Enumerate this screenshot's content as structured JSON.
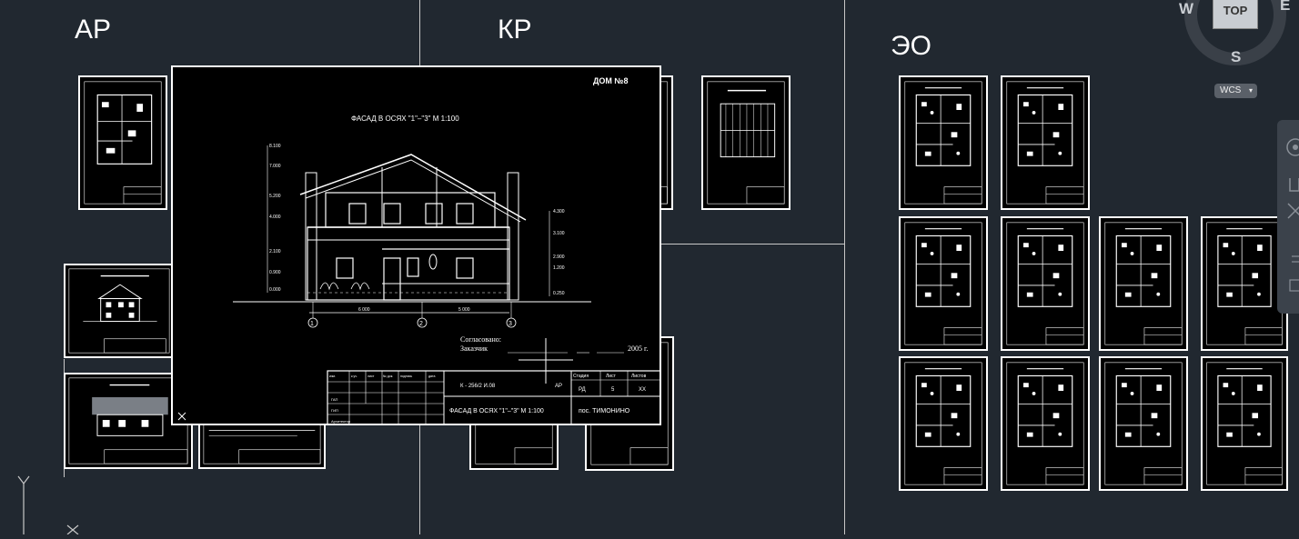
{
  "sections": {
    "ar": "АР",
    "kr": "КР",
    "eo": "ЭО"
  },
  "viewcube": {
    "top": "TOP",
    "west": "W",
    "east": "E",
    "south": "S",
    "wcs": "WCS"
  },
  "ucs": {
    "y": "Y",
    "x": "X"
  },
  "preview": {
    "house_number": "ДОМ №8",
    "title": "ФАСАД В ОСЯХ \"1\"–\"3\"   М 1:100",
    "left_levels": [
      "8.100",
      "7.000",
      "5.200",
      "4.000",
      "2.100",
      "0.900",
      "0.000"
    ],
    "right_levels": [
      "4.300",
      "3.100",
      "2.900",
      "1.200",
      "0.250"
    ],
    "axes": [
      "1",
      "2",
      "3"
    ],
    "dims": [
      "6 000",
      "5 000"
    ],
    "agreed": "Согласовано:",
    "customer": "Заказчик",
    "year": "2005 г.",
    "stamp": {
      "code": "К - 256/2 И.08",
      "section": "АР",
      "stage_header": "Стадия",
      "sheet_header": "Лист",
      "sheets_header": "Листов",
      "stage": "РД",
      "sheet": "5",
      "sheets": "ХХ",
      "sheet_title": "ФАСАД В ОСЯХ \"1\"–\"3\"   М 1:100",
      "location": "пос. ТИМОНИНО",
      "col_headers": [
        "изм.",
        "к.уч.",
        "лист",
        "№ док.",
        "подпись",
        "дата"
      ],
      "roles": [
        "ГАП",
        "ГИП",
        "Архитектор"
      ]
    }
  },
  "colors": {
    "background": "#212830",
    "sheet": "#000000",
    "line": "#ffffff"
  }
}
